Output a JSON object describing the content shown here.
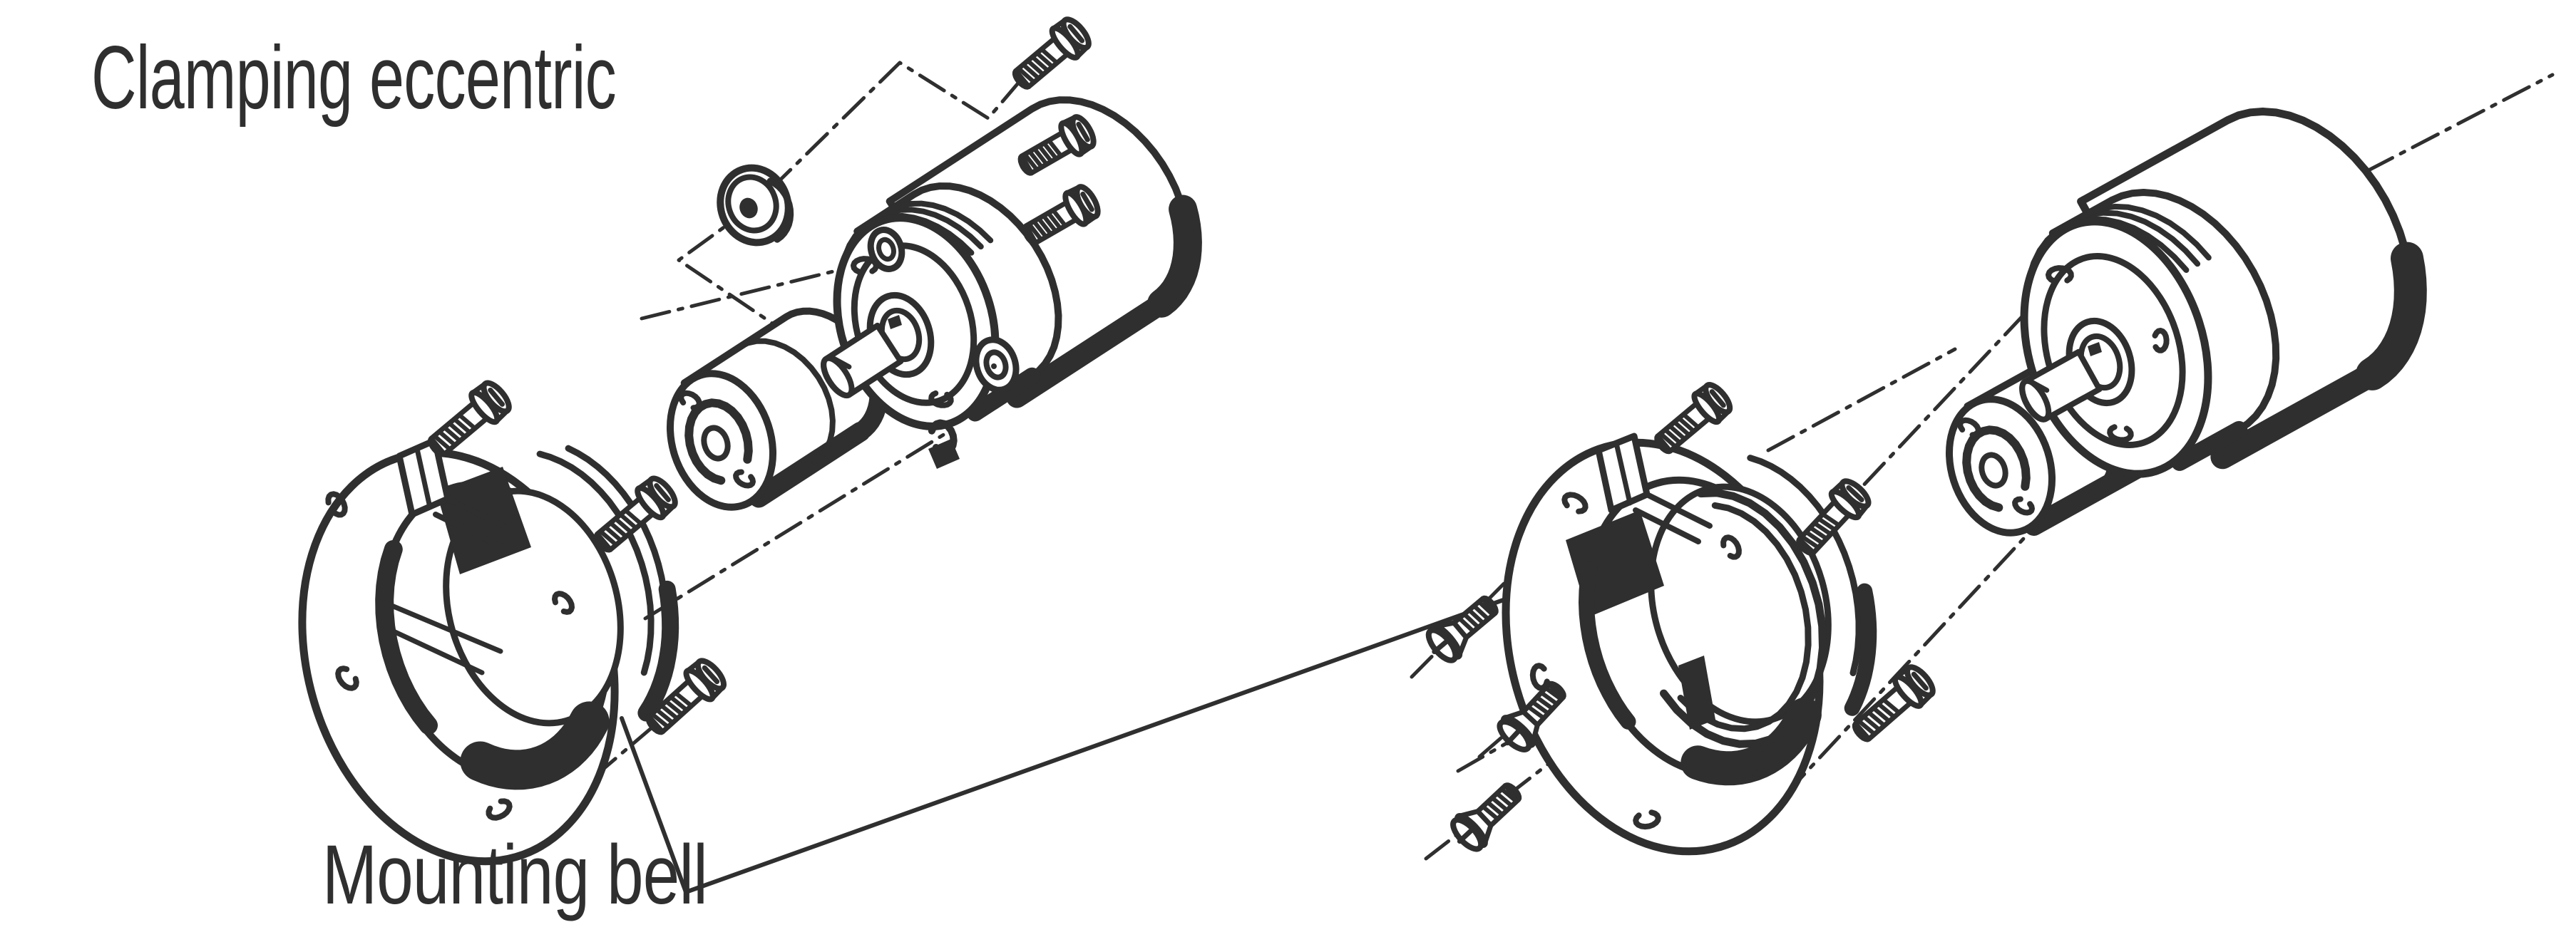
{
  "page": {
    "background": "#ffffff",
    "ink": "#2f2f2f"
  },
  "labels": {
    "clamping_eccentric": "Clamping eccentric",
    "mounting_bell": "Mounting bell"
  },
  "figure": {
    "kind": "exploded-assembly-technical-illustration",
    "assemblies": [
      {
        "side": "left",
        "parts": [
          "pan-head-screws",
          "clamping-eccentric-nut",
          "mounting-bell",
          "shaft-coupling",
          "encoder-with-clamping-flange"
        ]
      },
      {
        "side": "right",
        "parts": [
          "pan-head-screws",
          "countersunk-screws",
          "mounting-bell",
          "shaft-coupling",
          "encoder-with-clamping-flange"
        ]
      }
    ]
  }
}
